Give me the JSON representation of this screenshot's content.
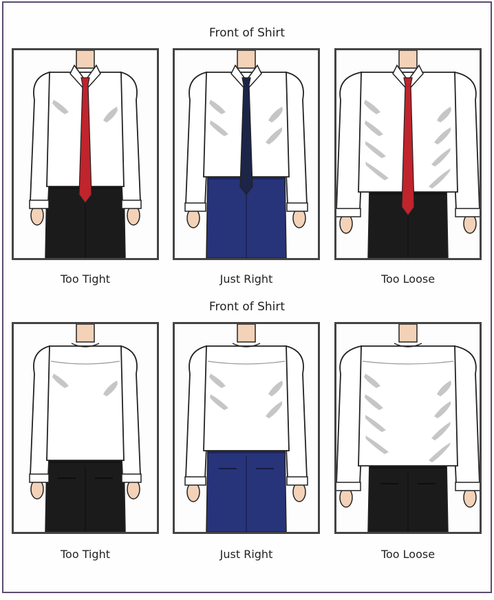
{
  "sections": [
    {
      "title": "Front of Shirt",
      "view": "front",
      "panels": [
        {
          "label": "Too Tight",
          "fit": "tight",
          "tie_color": "#c0242c",
          "pants_color": "#1b1b1b"
        },
        {
          "label": "Just Right",
          "fit": "right",
          "tie_color": "#1c2448",
          "pants_color": "#27347a"
        },
        {
          "label": "Too Loose",
          "fit": "loose",
          "tie_color": "#c0242c",
          "pants_color": "#1b1b1b"
        }
      ]
    },
    {
      "title": "Front of Shirt",
      "view": "back",
      "panels": [
        {
          "label": "Too Tight",
          "fit": "tight",
          "tie_color": "",
          "pants_color": "#1b1b1b"
        },
        {
          "label": "Just Right",
          "fit": "right",
          "tie_color": "",
          "pants_color": "#27347a"
        },
        {
          "label": "Too Loose",
          "fit": "loose",
          "tie_color": "",
          "pants_color": "#1b1b1b"
        }
      ]
    }
  ],
  "colors": {
    "skin": "#f3d2b8",
    "shirt": "#ffffff",
    "shadow": "#c6c6c6",
    "outline": "#222222"
  }
}
